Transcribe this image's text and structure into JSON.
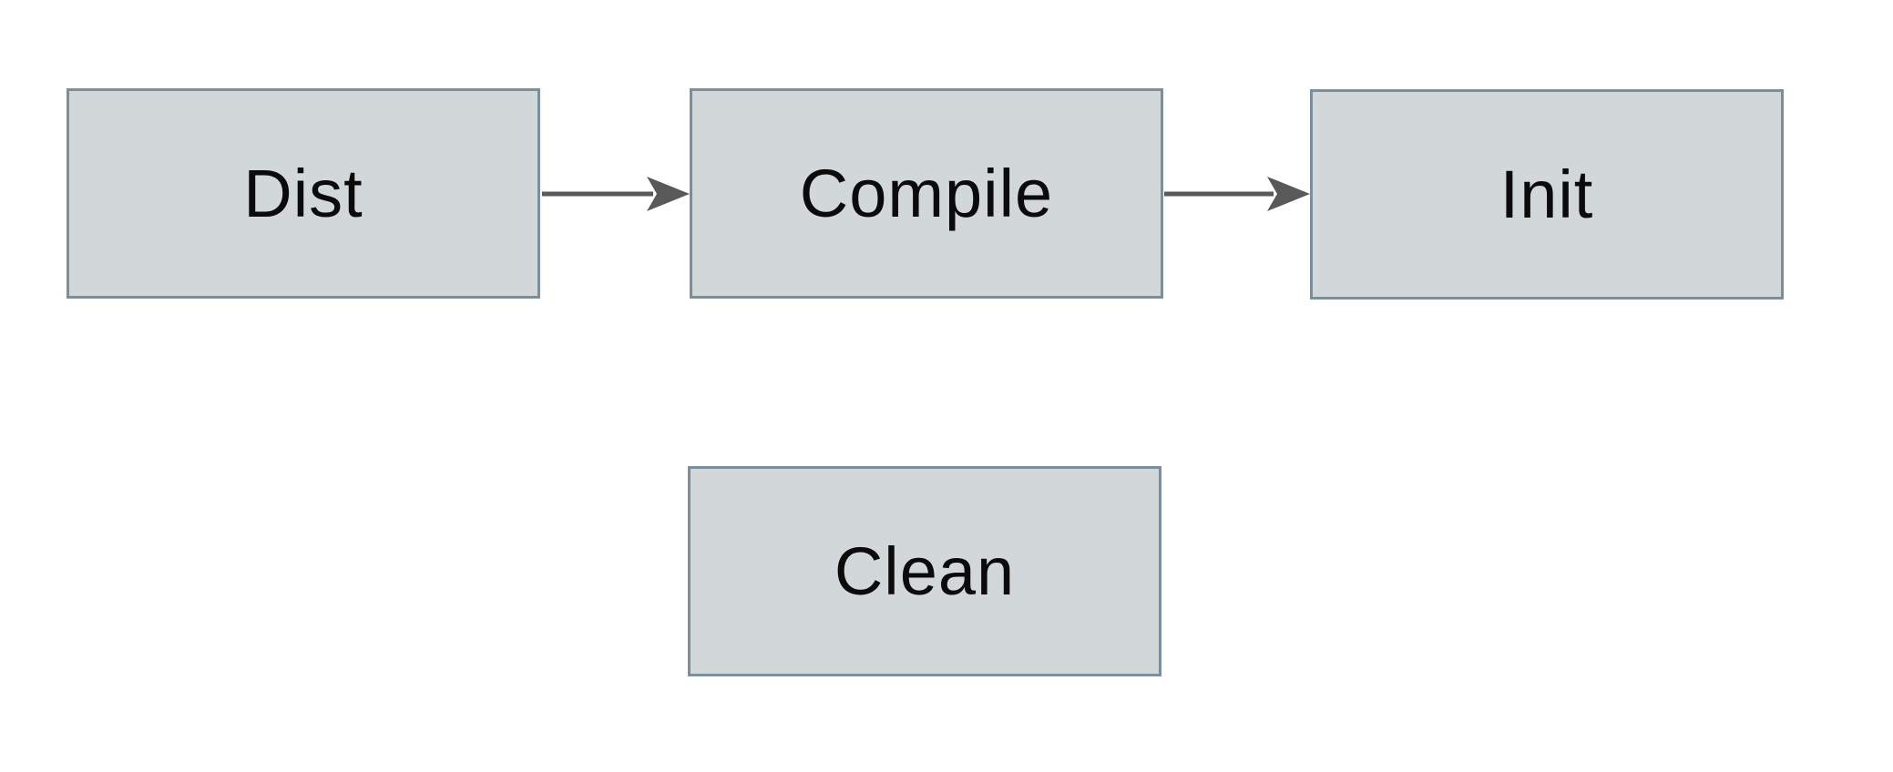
{
  "diagram": {
    "nodes": [
      {
        "id": "dist",
        "label": "Dist"
      },
      {
        "id": "compile",
        "label": "Compile"
      },
      {
        "id": "init",
        "label": "Init"
      },
      {
        "id": "clean",
        "label": "Clean"
      }
    ],
    "edges": [
      {
        "from": "Dist",
        "to": "Compile"
      },
      {
        "from": "Compile",
        "to": "Init"
      }
    ],
    "colors": {
      "background": "#ffffff",
      "node_fill": "#d2d8da",
      "node_border": "#7b8e99",
      "arrow": "#595959",
      "text": "#0b0b0b"
    }
  }
}
